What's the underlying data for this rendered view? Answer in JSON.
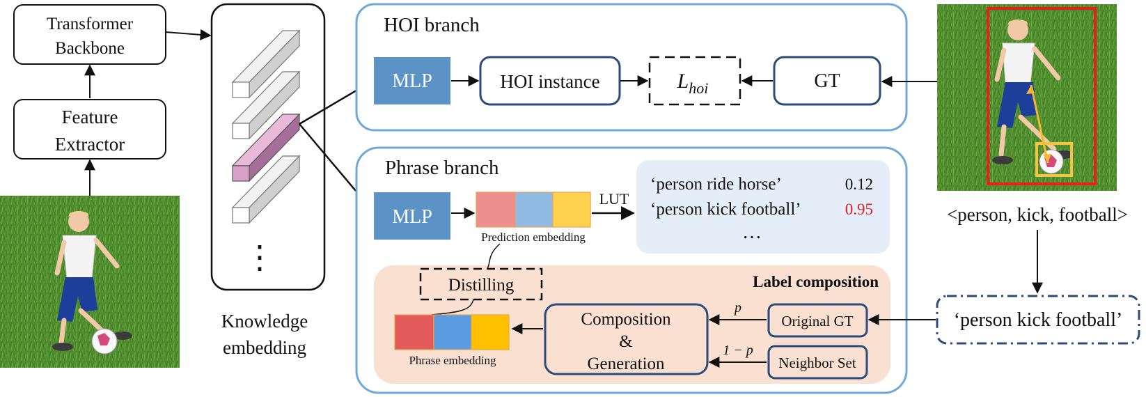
{
  "left": {
    "transformer_line1": "Transformer",
    "transformer_line2": "Backbone",
    "feature_line1": "Feature",
    "feature_line2": "Extractor",
    "knowledge_line1": "Knowledge",
    "knowledge_line2": "embedding",
    "dots": "⋮"
  },
  "hoi_branch": {
    "title": "HOI branch",
    "mlp": "MLP",
    "instance": "HOI instance",
    "loss": "L",
    "loss_sub": "hoi",
    "gt": "GT"
  },
  "phrase_branch": {
    "title": "Phrase branch",
    "mlp": "MLP",
    "prediction_embedding": "Prediction embedding",
    "lut": "LUT",
    "lut_rows": [
      {
        "phrase": "‘person ride horse’",
        "score": "0.12"
      },
      {
        "phrase": "‘person kick football’",
        "score": "0.95"
      }
    ],
    "lut_more": "…",
    "label_composition": "Label composition",
    "distilling": "Distilling",
    "composition_line1": "Composition",
    "composition_line2": "&",
    "composition_line3": "Generation",
    "original_gt": "Original GT",
    "neighbor_set": "Neighbor Set",
    "p": "p",
    "one_minus_p": "1 − p",
    "phrase_embedding": "Phrase embedding"
  },
  "right": {
    "triplet": "<person, kick, football>",
    "phrase": "‘person kick football’"
  },
  "colors": {
    "branch_border": "#6fa8d9",
    "mlp_fill": "#5b93c7",
    "box_border": "#2c4a7a",
    "lut_bg": "#e4edf8",
    "label_comp_bg": "#f9e0d0",
    "emb_red": "#ee8f8f",
    "emb_blue": "#8fbbe4",
    "emb_yellow": "#ffd24d",
    "phrase_red": "#e35a5a",
    "phrase_blue": "#5b9be0",
    "phrase_yellow": "#ffc000",
    "knowledge_pink": "#d9a1c8",
    "score_red": "#e02020",
    "bbox_person": "#e8201a",
    "bbox_ball": "#f5c242"
  }
}
